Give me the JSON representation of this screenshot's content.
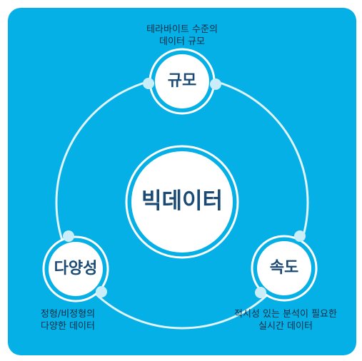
{
  "center": {
    "label": "빅데이터"
  },
  "nodes": [
    {
      "id": "scale",
      "label": "규모",
      "caption_lines": [
        "테라바이트 수준의",
        "데이터 규모"
      ]
    },
    {
      "id": "variety",
      "label": "다양성",
      "caption_lines": [
        "정형/비정형의",
        "다양한 데이터"
      ]
    },
    {
      "id": "speed",
      "label": "속도",
      "caption_lines": [
        "적시성 있는 분석이 필요한",
        "실시간 데이터"
      ]
    }
  ],
  "colors": {
    "background": "#05b0e6",
    "circle_fill": "#ffffff",
    "ring": "#dff4fb",
    "dot": "#c9eef9",
    "label_text": "#1a4a74",
    "caption_text": "#0d2c44"
  }
}
